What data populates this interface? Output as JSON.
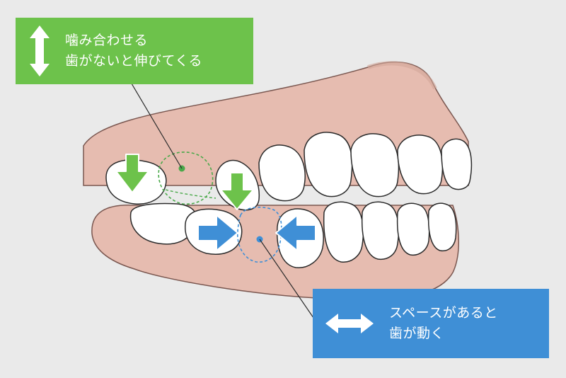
{
  "colors": {
    "background": "#eaeaea",
    "gum": "#e6bcb0",
    "gum_edge": "#7a5750",
    "tooth": "#ffffff",
    "outline": "#2b2b2b",
    "green": "#6dc24b",
    "blue": "#3f8fd6"
  },
  "callouts": {
    "vertical": {
      "icon": "vertical-double-arrow-icon",
      "line1": "噛み合わせる",
      "line2": "歯がないと伸びてくる"
    },
    "horizontal": {
      "icon": "horizontal-double-arrow-icon",
      "line1": "スペースがあると",
      "line2": "歯が動く"
    }
  }
}
